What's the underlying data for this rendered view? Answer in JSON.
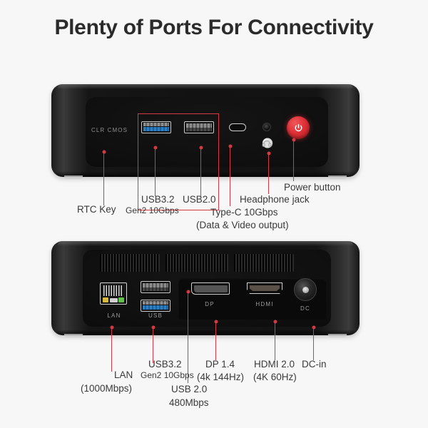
{
  "page": {
    "title": "Plenty of Ports For Connectivity",
    "background_color": "#f7f7f7",
    "accent_color": "#d23b43",
    "text_color": "#3a3a3a"
  },
  "front_panel": {
    "name": "Mini PC front I/O panel",
    "silkscreen": {
      "clr_cmos": "CLR CMOS"
    },
    "ports": [
      {
        "id": "rtc-key",
        "type": "pinhole",
        "silk": "CLR CMOS"
      },
      {
        "id": "usb32",
        "type": "usb-a-blue",
        "color": "#2d7fc4"
      },
      {
        "id": "usb20",
        "type": "usb-a-black",
        "color": "#8c8c8c"
      },
      {
        "id": "type-c",
        "type": "usb-c"
      },
      {
        "id": "headphone-jack",
        "type": "3.5mm-jack"
      },
      {
        "id": "power-button",
        "type": "power",
        "color": "#e03137"
      }
    ],
    "callouts": [
      {
        "id": "rtc-key",
        "lines": [
          "RTC Key"
        ]
      },
      {
        "id": "usb32",
        "lines": [
          "USB3.2",
          "Gen2 10Gbps"
        ]
      },
      {
        "id": "usb20",
        "lines": [
          "USB2.0"
        ]
      },
      {
        "id": "type-c",
        "lines": [
          "Type-C 10Gbps",
          "(Data & Video output)"
        ]
      },
      {
        "id": "headphone",
        "lines": [
          "Headphone jack"
        ]
      },
      {
        "id": "power",
        "lines": [
          "Power button"
        ]
      }
    ]
  },
  "rear_panel": {
    "name": "Mini PC rear I/O panel",
    "silkscreen": {
      "lan": "LAN",
      "usb": "USB",
      "dp": "DP",
      "hdmi": "HDMI",
      "dc": "DC"
    },
    "ports": [
      {
        "id": "lan",
        "type": "rj45",
        "leds": [
          "#d8bb3a",
          "#5fc24a"
        ]
      },
      {
        "id": "usb20",
        "type": "usb-a-black"
      },
      {
        "id": "usb32",
        "type": "usb-a-blue",
        "color": "#2d7fc4"
      },
      {
        "id": "dp",
        "type": "displayport"
      },
      {
        "id": "hdmi",
        "type": "hdmi"
      },
      {
        "id": "dc-in",
        "type": "barrel-jack"
      }
    ],
    "callouts": [
      {
        "id": "lan",
        "lines": [
          "LAN",
          "(1000Mbps)"
        ]
      },
      {
        "id": "usb32",
        "lines": [
          "USB3.2",
          "Gen2 10Gbps"
        ]
      },
      {
        "id": "usb20",
        "lines": [
          "USB 2.0",
          "480Mbps"
        ]
      },
      {
        "id": "dp",
        "lines": [
          "DP 1.4",
          "(4k 144Hz)"
        ]
      },
      {
        "id": "hdmi",
        "lines": [
          "HDMI 2.0",
          "(4K 60Hz)"
        ]
      },
      {
        "id": "dc",
        "lines": [
          "DC-in"
        ]
      }
    ]
  }
}
